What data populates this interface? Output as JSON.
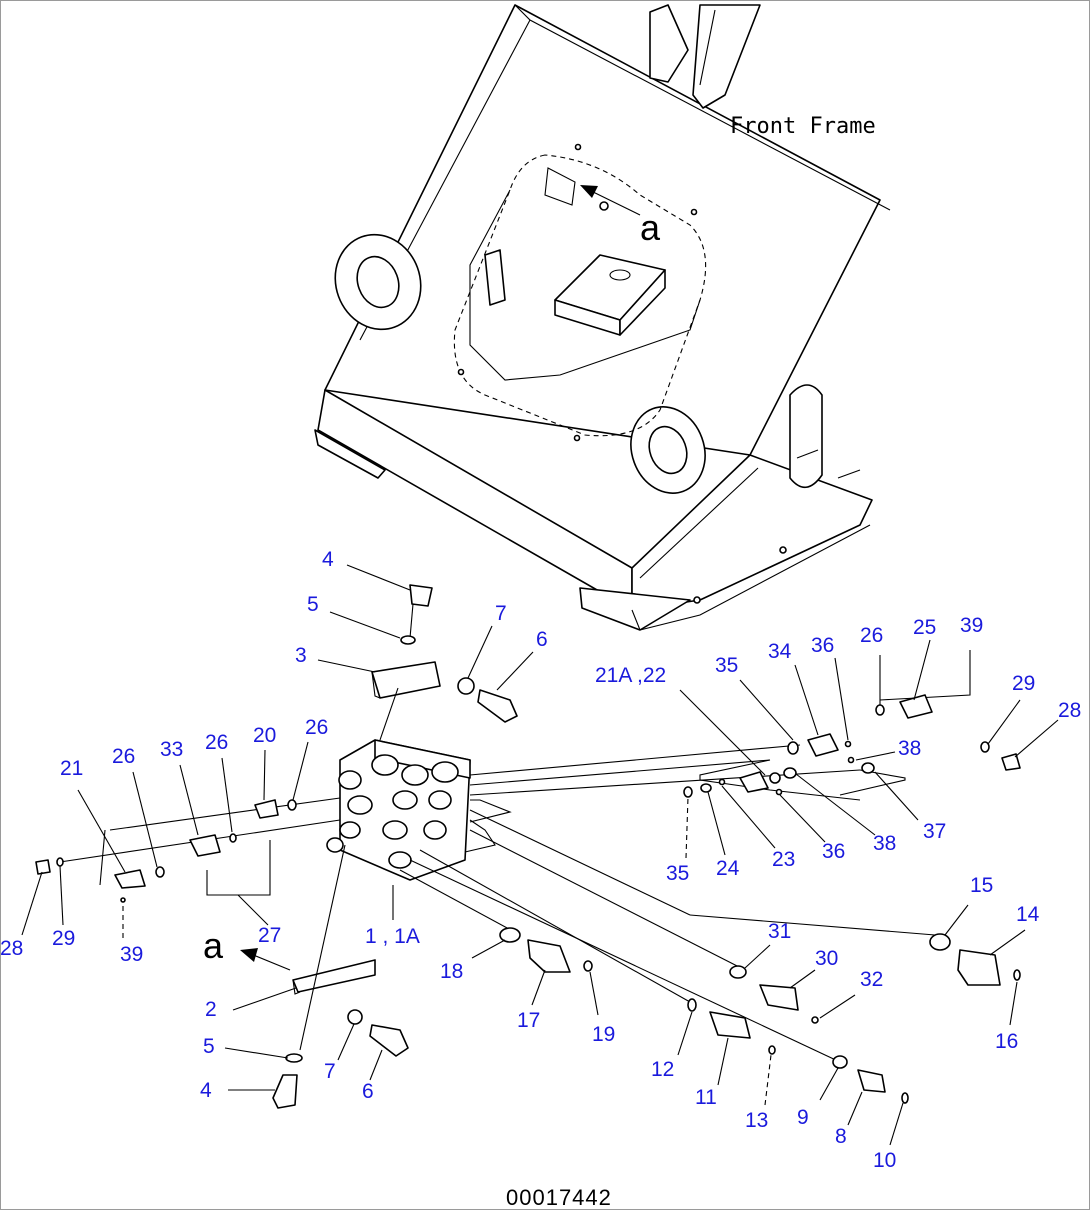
{
  "frame_label": "Front Frame",
  "view_letter": "a",
  "document_number": "00017442",
  "callouts": [
    {
      "label": "4"
    },
    {
      "label": "5"
    },
    {
      "label": "3"
    },
    {
      "label": "7"
    },
    {
      "label": "6"
    },
    {
      "label": "21A ,22"
    },
    {
      "label": "35"
    },
    {
      "label": "34"
    },
    {
      "label": "36"
    },
    {
      "label": "26"
    },
    {
      "label": "25"
    },
    {
      "label": "39"
    },
    {
      "label": "29"
    },
    {
      "label": "28"
    },
    {
      "label": "38"
    },
    {
      "label": "37"
    },
    {
      "label": "38"
    },
    {
      "label": "36"
    },
    {
      "label": "23"
    },
    {
      "label": "24"
    },
    {
      "label": "35"
    },
    {
      "label": "21"
    },
    {
      "label": "26"
    },
    {
      "label": "33"
    },
    {
      "label": "26"
    },
    {
      "label": "20"
    },
    {
      "label": "26"
    },
    {
      "label": "28"
    },
    {
      "label": "29"
    },
    {
      "label": "39"
    },
    {
      "label": "27"
    },
    {
      "label": "1 , 1A"
    },
    {
      "label": "18"
    },
    {
      "label": "17"
    },
    {
      "label": "19"
    },
    {
      "label": "15"
    },
    {
      "label": "14"
    },
    {
      "label": "16"
    },
    {
      "label": "31"
    },
    {
      "label": "30"
    },
    {
      "label": "32"
    },
    {
      "label": "2"
    },
    {
      "label": "5"
    },
    {
      "label": "7"
    },
    {
      "label": "6"
    },
    {
      "label": "4"
    },
    {
      "label": "12"
    },
    {
      "label": "11"
    },
    {
      "label": "13"
    },
    {
      "label": "9"
    },
    {
      "label": "8"
    },
    {
      "label": "10"
    }
  ]
}
